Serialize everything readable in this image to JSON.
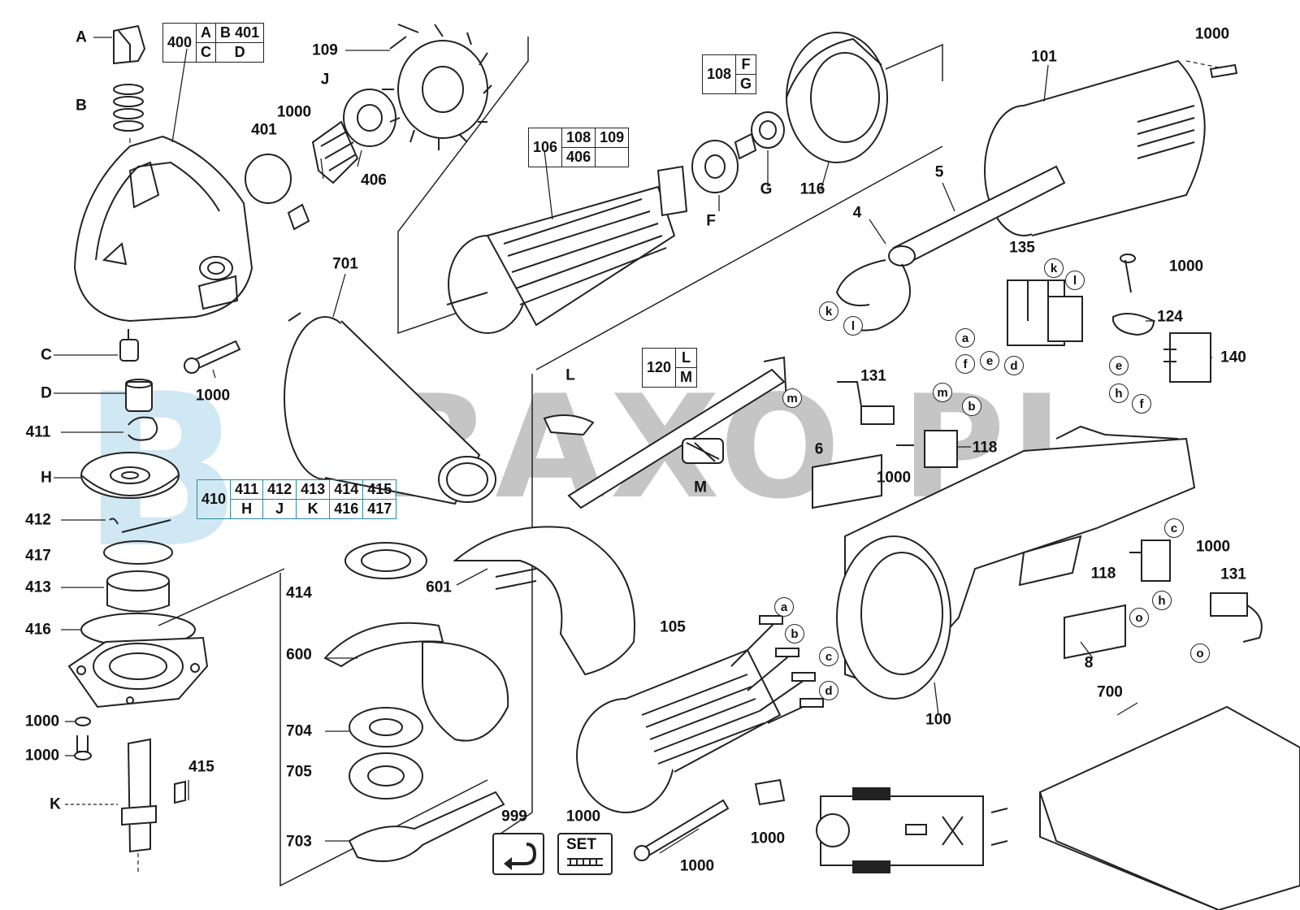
{
  "watermark": {
    "text": "BAXO.PL",
    "big_letter": "B"
  },
  "top_left": {
    "400": "400",
    "A": "A",
    "B": "B",
    "401": "401",
    "C": "C",
    "D": "D"
  },
  "left_column": [
    "A",
    "B",
    "C",
    "D",
    "411",
    "H",
    "412",
    "417",
    "413",
    "416",
    "1000",
    "1000",
    "K"
  ],
  "labels": {
    "l109": "109",
    "l401b": "401",
    "l1000a": "1000",
    "lJ": "J",
    "l406": "406",
    "l701": "701",
    "l1000b": "1000",
    "l106": "106",
    "l108a": "108",
    "l109b": "109",
    "l406b": "406",
    "l108": "108",
    "lF": "F",
    "lG": "G",
    "lF2": "F",
    "lG2": "G",
    "l116": "116",
    "l101": "101",
    "l1000c": "1000",
    "l5": "5",
    "l4": "4",
    "l135": "135",
    "l1000d": "1000",
    "l124": "124",
    "l140": "140",
    "l120": "120",
    "lL": "L",
    "lM": "M",
    "lL2": "L",
    "lM2": "M",
    "l131": "131",
    "l118": "118",
    "l1000e": "1000",
    "l6": "6",
    "l414": "414",
    "l600": "600",
    "l601": "601",
    "l704": "704",
    "l705": "705",
    "l703": "703",
    "l415": "415",
    "l105": "105",
    "l999": "999",
    "l1000f": "1000",
    "l1000g": "1000",
    "l1000h": "1000",
    "l100": "100",
    "l8": "8",
    "l118b": "118",
    "l1000i": "1000",
    "l131b": "131",
    "l700": "700",
    "set": "SET"
  },
  "table_group_410": {
    "head": "410",
    "row1": [
      "411",
      "412",
      "413",
      "414",
      "415"
    ],
    "row2": [
      "H",
      "J",
      "K",
      "416",
      "417"
    ]
  },
  "table_106": {
    "head": "106",
    "r1": [
      "108",
      "109"
    ],
    "r2": [
      "406"
    ]
  },
  "table_120": {
    "head": "120",
    "r1": "L",
    "r2": "M"
  },
  "table_108": {
    "head": "108",
    "r1": "F",
    "r2": "G"
  },
  "wire_tags": [
    "k",
    "l",
    "a",
    "f",
    "e",
    "d",
    "k",
    "l",
    "e",
    "h",
    "f",
    "m",
    "m",
    "b",
    "a",
    "b",
    "c",
    "d",
    "c",
    "h",
    "o",
    "o"
  ]
}
